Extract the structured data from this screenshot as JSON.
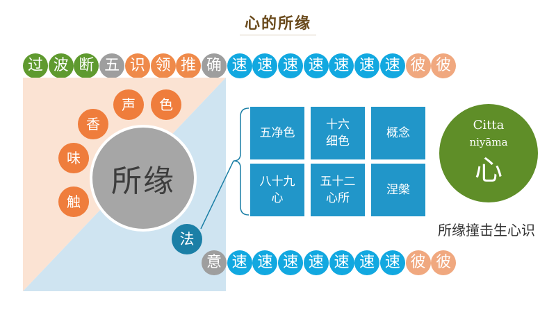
{
  "title": "心的所缘",
  "top_row": {
    "beads": [
      {
        "text": "过",
        "color": "green"
      },
      {
        "text": "波",
        "color": "green"
      },
      {
        "text": "断",
        "color": "green"
      },
      {
        "text": "五",
        "color": "gray"
      },
      {
        "text": "识",
        "color": "orange"
      },
      {
        "text": "领",
        "color": "orange"
      },
      {
        "text": "推",
        "color": "orange"
      },
      {
        "text": "确",
        "color": "gray"
      },
      {
        "text": "速",
        "color": "blue"
      },
      {
        "text": "速",
        "color": "blue"
      },
      {
        "text": "速",
        "color": "blue"
      },
      {
        "text": "速",
        "color": "blue"
      },
      {
        "text": "速",
        "color": "blue"
      },
      {
        "text": "速",
        "color": "blue"
      },
      {
        "text": "速",
        "color": "blue"
      },
      {
        "text": "彼",
        "color": "peach"
      },
      {
        "text": "彼",
        "color": "peach"
      }
    ]
  },
  "bottom_row": {
    "beads": [
      {
        "text": "意",
        "color": "gray"
      },
      {
        "text": "速",
        "color": "blue"
      },
      {
        "text": "速",
        "color": "blue"
      },
      {
        "text": "速",
        "color": "blue"
      },
      {
        "text": "速",
        "color": "blue"
      },
      {
        "text": "速",
        "color": "blue"
      },
      {
        "text": "速",
        "color": "blue"
      },
      {
        "text": "速",
        "color": "blue"
      },
      {
        "text": "彼",
        "color": "peach"
      },
      {
        "text": "彼",
        "color": "peach"
      }
    ]
  },
  "senses": [
    "声",
    "色",
    "香",
    "味",
    "触"
  ],
  "center_label": "所缘",
  "dhamma_label": "法",
  "tiles": [
    "五净色",
    "十六\n细色",
    "概念",
    "八十九\n心",
    "五十二\n心所",
    "涅槃"
  ],
  "citta": {
    "title": "Citta",
    "subtitle": "niyāma",
    "glyph": "心"
  },
  "caption": "所缘撞击生心识",
  "colors": {
    "green": "#5f9a2f",
    "gray": "#9e9e9e",
    "orange": "#ef8a4a",
    "peach": "#f0a87f",
    "blue": "#12a8e0",
    "sense_orange": "#ef7d3c",
    "tile_blue": "#2196c9",
    "dhamma_blue": "#1b7fa6",
    "citta_green": "#5f8e28",
    "bg_peach": "#fbe3d3",
    "bg_blue": "#cfe4f1"
  }
}
